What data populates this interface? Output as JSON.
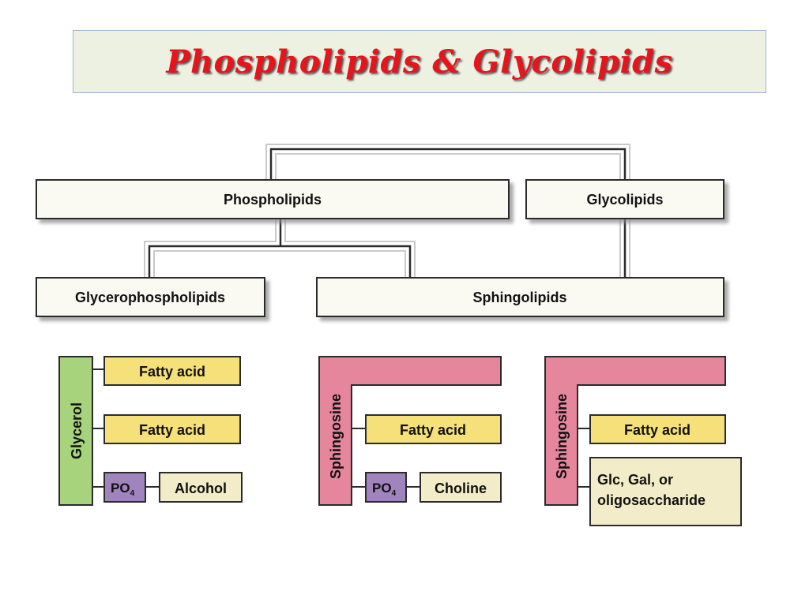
{
  "title": "Phospholipids & Glycolipids",
  "tree": {
    "phospholipids": "Phospholipids",
    "glycolipids": "Glycolipids",
    "glycerophospholipids": "Glycerophospholipids",
    "sphingolipids": "Sphingolipids"
  },
  "glycerophospholipid_structure": {
    "backbone": "Glycerol",
    "fatty_acid_1": "Fatty acid",
    "fatty_acid_2": "Fatty acid",
    "phosphate": "PO",
    "phosphate_subscript": "4",
    "alcohol": "Alcohol"
  },
  "sphingomyelin_structure": {
    "backbone": "Sphingosine",
    "fatty_acid": "Fatty acid",
    "phosphate": "PO",
    "phosphate_subscript": "4",
    "head": "Choline"
  },
  "glycolipid_structure": {
    "backbone": "Sphingosine",
    "fatty_acid": "Fatty acid",
    "sugar_line_1": "Glc, Gal, or",
    "sugar_line_2": "oligosaccharide"
  },
  "colors": {
    "title_text": "#e8141c",
    "title_background": "#ecf1e2",
    "box_fill": "#fafaf3",
    "glycerol": "#a6d37c",
    "sphingosine": "#e5869d",
    "fatty_acid": "#f6e07a",
    "phosphate": "#9f84bd",
    "head_group": "#f2ecc8"
  }
}
